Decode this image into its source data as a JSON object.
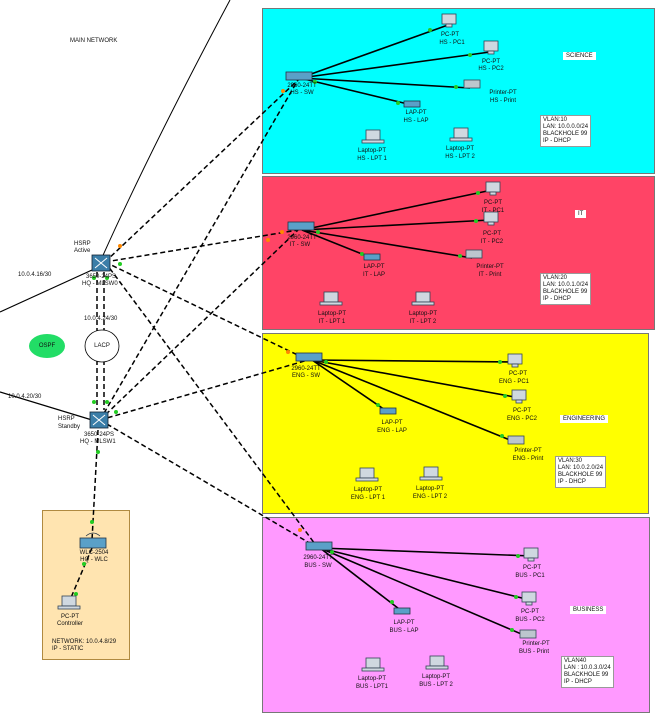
{
  "title": "MAIN NETWORK",
  "ospf": "OSPF",
  "lacp": "LACP",
  "subnets": {
    "hq_uplink1": "10.0.4.16/30",
    "hq_lacp": "10.0.4.24/30",
    "hq_uplink2": "10.0.4.20/30"
  },
  "hq": {
    "msw0": {
      "role": "HSRP",
      "state": "Active",
      "model": "3650-24PS",
      "name": "HQ - MLSW0"
    },
    "msw1": {
      "role": "HSRP",
      "state": "Standby",
      "model": "3650-24PS",
      "name": "HQ - MLSW1"
    },
    "wlc": {
      "model": "WLC-2504",
      "name": "HQ - WLC"
    },
    "controller": {
      "model": "PC-PT",
      "name": "Controller"
    },
    "network": "NETWORK: 10.0.4.8/29",
    "ip": "IP - STATIC"
  },
  "departments": [
    {
      "key": "science",
      "label": "SCIENCE",
      "color": "#00ffff",
      "switch": {
        "model": "2960-24TT",
        "name": "HS - SW"
      },
      "devices": [
        {
          "type": "PC-PT",
          "name": "HS - PC1"
        },
        {
          "type": "PC-PT",
          "name": "HS - PC2"
        },
        {
          "type": "Printer-PT",
          "name": "HS - Print"
        },
        {
          "type": "LAP-PT",
          "name": "HS - LAP"
        },
        {
          "type": "Laptop-PT",
          "name": "HS - LPT 1"
        },
        {
          "type": "Laptop-PT",
          "name": "HS - LPT 2"
        }
      ],
      "info": [
        "VLAN:10",
        "LAN: 10.0.0.0/24",
        "BLACKHOLE 99",
        "IP - DHCP"
      ]
    },
    {
      "key": "it",
      "label": "IT",
      "color": "#ff4466",
      "switch": {
        "model": "2960-24TT",
        "name": "IT - SW"
      },
      "devices": [
        {
          "type": "PC-PT",
          "name": "IT - PC1"
        },
        {
          "type": "PC-PT",
          "name": "IT - PC2"
        },
        {
          "type": "Printer-PT",
          "name": "IT - Print"
        },
        {
          "type": "LAP-PT",
          "name": "IT - LAP"
        },
        {
          "type": "Laptop-PT",
          "name": "IT - LPT 1"
        },
        {
          "type": "Laptop-PT",
          "name": "IT - LPT 2"
        }
      ],
      "info": [
        "VLAN:20",
        "LAN: 10.0.1.0/24",
        "BLACKHOLE 99",
        "IP - DHCP"
      ]
    },
    {
      "key": "engineering",
      "label": "ENGINEERING",
      "color": "#ffff00",
      "switch": {
        "model": "2960-24TT",
        "name": "ENG - SW"
      },
      "devices": [
        {
          "type": "PC-PT",
          "name": "ENG - PC1"
        },
        {
          "type": "PC-PT",
          "name": "ENG - PC2"
        },
        {
          "type": "Printer-PT",
          "name": "ENG - Print"
        },
        {
          "type": "LAP-PT",
          "name": "ENG - LAP"
        },
        {
          "type": "Laptop-PT",
          "name": "ENG - LPT 1"
        },
        {
          "type": "Laptop-PT",
          "name": "ENG - LPT 2"
        }
      ],
      "info": [
        "VLAN:30",
        "LAN: 10.0.2.0/24",
        "BLACKHOLE 99",
        "IP - DHCP"
      ]
    },
    {
      "key": "business",
      "label": "BUSINESS",
      "color": "#ff99ff",
      "switch": {
        "model": "2960-24TT",
        "name": "BUS - SW"
      },
      "devices": [
        {
          "type": "PC-PT",
          "name": "BUS - PC1"
        },
        {
          "type": "PC-PT",
          "name": "BUS - PC2"
        },
        {
          "type": "Printer-PT",
          "name": "BUS - Print"
        },
        {
          "type": "LAP-PT",
          "name": "BUS - LAP"
        },
        {
          "type": "Laptop-PT",
          "name": "BUS - LPT1"
        },
        {
          "type": "Laptop-PT",
          "name": "BUS - LPT 2"
        }
      ],
      "info": [
        "VLAN40",
        "LAN : 10.0.3.0/24",
        "BLACKHOLE 99",
        "IP - DHCP"
      ]
    }
  ]
}
